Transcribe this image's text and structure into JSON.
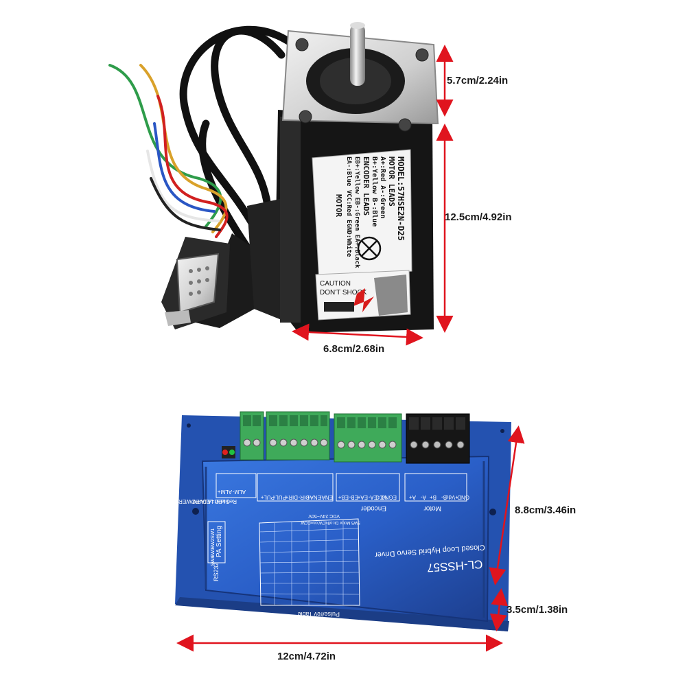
{
  "dimensions": {
    "motor_flange": "5.7cm/2.24in",
    "motor_length": "12.5cm/4.92in",
    "motor_width": "6.8cm/2.68in",
    "driver_height": "8.8cm/3.46in",
    "driver_depth": "3.5cm/1.38in",
    "driver_length": "12cm/4.72in"
  },
  "motor_label": {
    "model": "MODEL:57HSE2N-D25",
    "motor_leads": "MOTOR LEADS",
    "lead_a": "A+:Red A-:Green",
    "lead_b": "B+:Yellow B-:Blue",
    "encoder_leads": "ENCODER LEADS",
    "eb": "EB+:Yellow EB-:Green EA+:Black",
    "ea": "EA-:Blue VCC:Red EGND:White",
    "motor": "MOTOR",
    "caution": "CAUTION",
    "dont_shock": "DON'T SHOCK"
  },
  "driver_label": {
    "model": "CL-HSS57",
    "subtitle": "Closed Loop Hybrid Servo Driver",
    "encoder": "Encoder",
    "motor": "Motor",
    "pa_setting": "PA Setting",
    "rs232": "RS232",
    "pulse_table": "Pulse/rev Table",
    "led_green": "Green LED=POWER",
    "led_red": "Red LED=ALARM",
    "alm_plus": "ALM+",
    "alm_minus": "ALM-",
    "pul_plus": "PUL+",
    "pul_minus": "PUL-",
    "dir_plus": "DIR+",
    "dir_minus": "DIR-",
    "ena_plus": "ENA+",
    "ena_minus": "ENA-",
    "eb_plus": "EB+",
    "eb_minus": "EB-",
    "ea_plus": "EA+",
    "ea_minus": "EA-",
    "vcc": "VCC",
    "egnd": "EGND",
    "a_plus": "A+",
    "a_minus": "A-",
    "b_plus": "B+",
    "b_minus": "B-",
    "vdc": "+Vdc",
    "gnd": "GND",
    "sw1": "SW1",
    "sw2": "SW2",
    "sw3": "SW3",
    "sw4": "SW4",
    "vdc_range": "VDC:24V~50V",
    "sw_note": "SW5:Motor Dir.off=CW,on=CCW"
  },
  "colors": {
    "driver_blue": "#2a5fc8",
    "driver_dark": "#1d3f8f",
    "terminal_green": "#3faa5a",
    "terminal_black": "#161616",
    "dimension_red": "#e0141e",
    "motor_black": "#151515",
    "flange_silver": "#d9d9d9"
  }
}
